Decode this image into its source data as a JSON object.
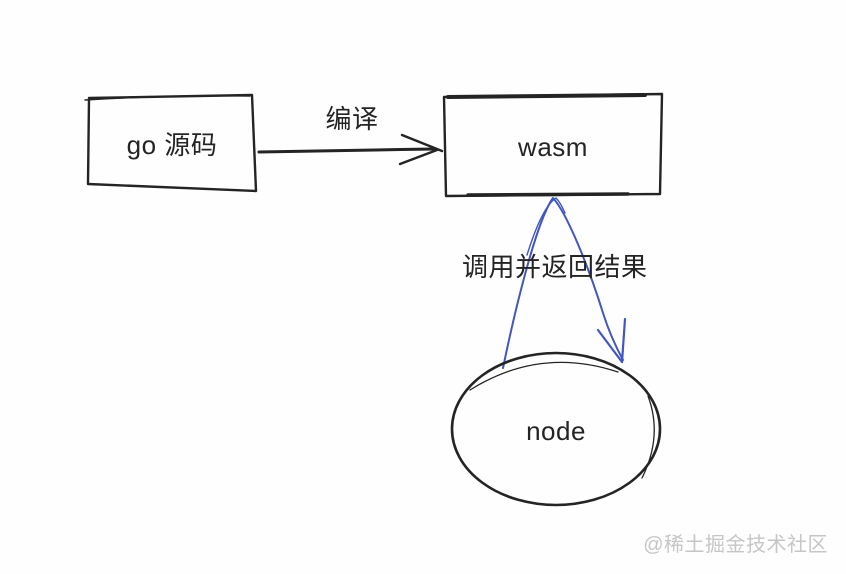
{
  "diagram": {
    "nodes": {
      "go_source": {
        "label": "go 源码",
        "shape": "rectangle"
      },
      "wasm": {
        "label": "wasm",
        "shape": "rectangle"
      },
      "node": {
        "label": "node",
        "shape": "ellipse"
      }
    },
    "edges": {
      "compile": {
        "from": "go_source",
        "to": "wasm",
        "label": "编译",
        "style": "straight black hand-drawn arrow"
      },
      "call_return": {
        "from": "wasm",
        "to": "node",
        "label": "调用并返回结果",
        "style": "curved blue hand-drawn arrow"
      }
    },
    "colors": {
      "ink": "#242424",
      "blue": "#4156bf",
      "watermark": "#c6c6c6",
      "background": "#fefefe"
    }
  },
  "watermark": {
    "text": "@稀土掘金技术社区"
  }
}
